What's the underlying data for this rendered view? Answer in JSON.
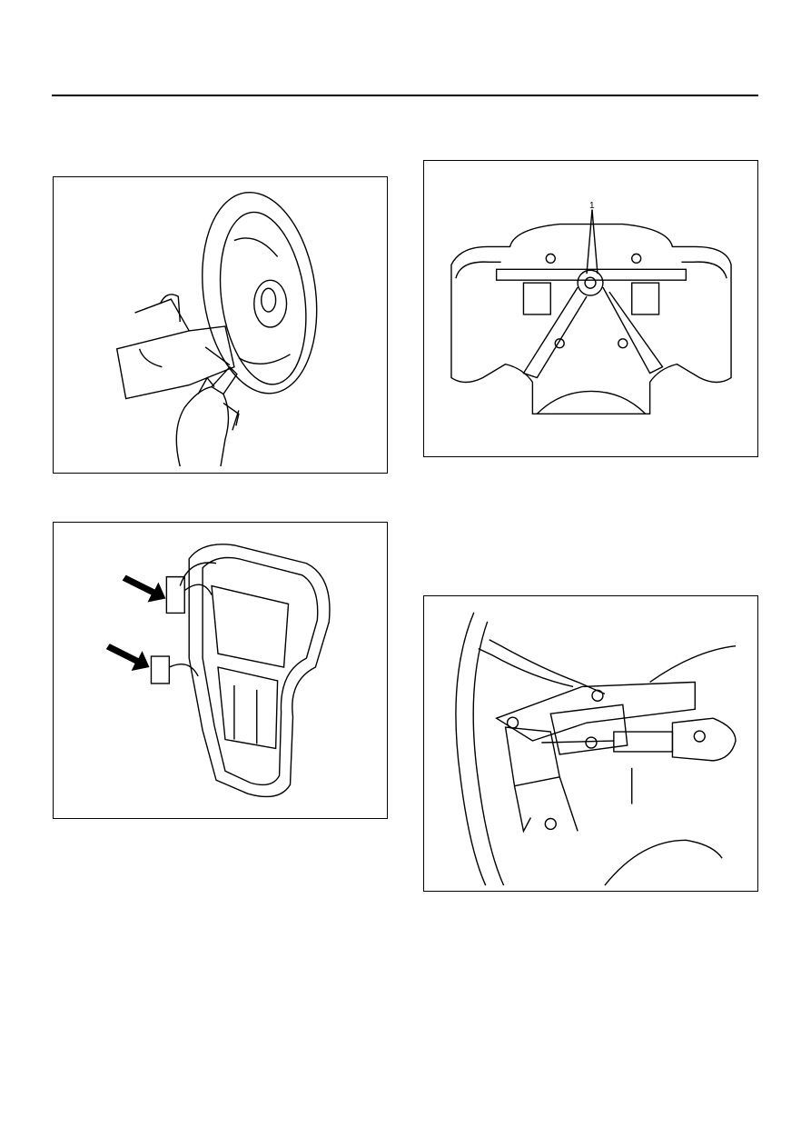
{
  "figures": [
    {
      "id": "steering-wheel-hand",
      "callouts": []
    },
    {
      "id": "airbag-module-pad",
      "callouts": []
    },
    {
      "id": "steering-wheel-puller",
      "callouts": [
        "1"
      ]
    },
    {
      "id": "steering-column-tool",
      "callouts": []
    }
  ]
}
